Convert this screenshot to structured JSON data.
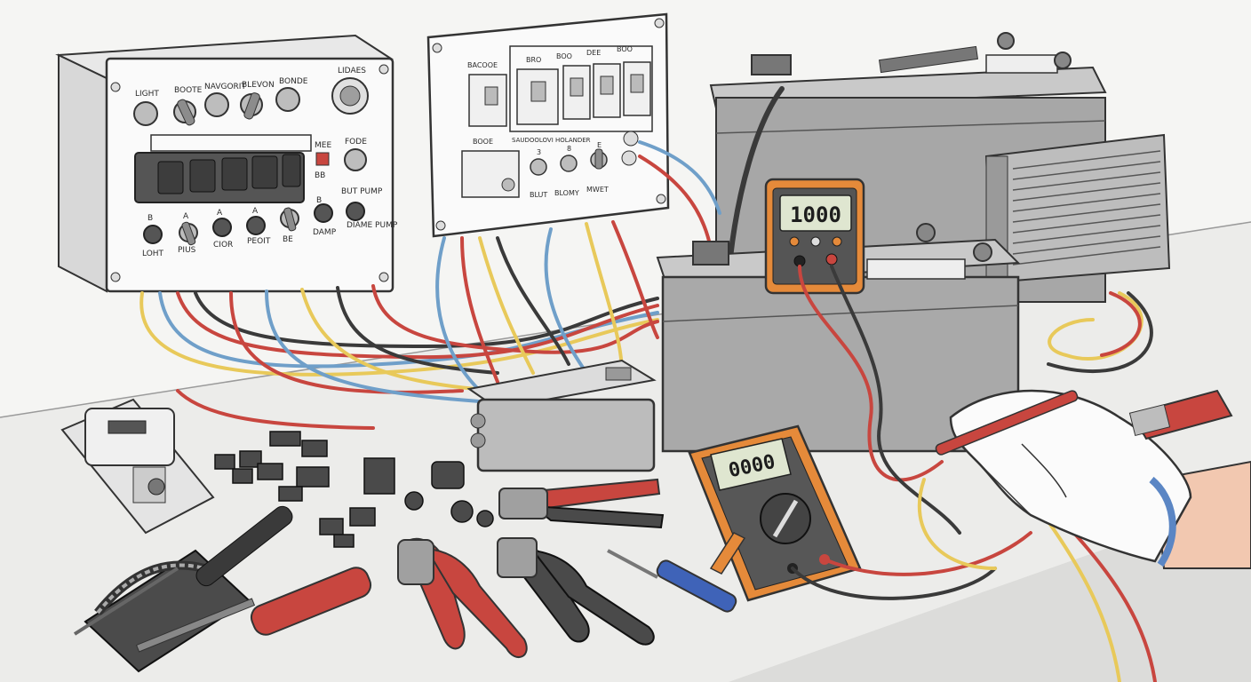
{
  "colors": {
    "wire_red": "#c8463f",
    "wire_blue": "#6f9fc9",
    "wire_yellow": "#e8c95a",
    "wire_black": "#3a3a3a",
    "meter_orange": "#e58a3a",
    "battery_gray": "#9a9a9a",
    "glove_blue": "#5b86c4"
  },
  "panel_left": {
    "labels_top": [
      "LIGHT",
      "BOOTE",
      "NAVGORIT",
      "BLEVON",
      "BONDE"
    ],
    "gauge_label": "LIDAES",
    "side_labels": [
      "MEE",
      "BB",
      "FODE"
    ],
    "labels_mid": [
      "B",
      "A",
      "A",
      "A",
      "B",
      "BUT PUMP"
    ],
    "labels_bottom": [
      "LOHT",
      "PIUS",
      "CIOR",
      "PEOIT",
      "BE",
      "DAMP",
      "DIAME PUMP"
    ]
  },
  "panel_mid": {
    "breaker_labels": [
      "BACOOE",
      "BRO",
      "BOO",
      "DEE",
      "BOO"
    ],
    "label_left": "BOOE",
    "header_text": "SAUDOOLOVI HOLANDER",
    "small_nums": [
      "3",
      "8",
      "E"
    ],
    "labels_bottom": [
      "BLUT",
      "BLOMY",
      "MWET"
    ]
  },
  "meters": {
    "upper_display": "1000",
    "lower_display": "0000"
  },
  "icons": [
    "switch-panel-icon",
    "breaker-panel-icon",
    "battery-icon",
    "heatsink-icon",
    "multimeter-icon",
    "junction-box-icon",
    "soldering-iron-icon",
    "screwdriver-icon",
    "crimper-icon",
    "pliers-icon",
    "connector-icon",
    "glove-hand-icon"
  ]
}
